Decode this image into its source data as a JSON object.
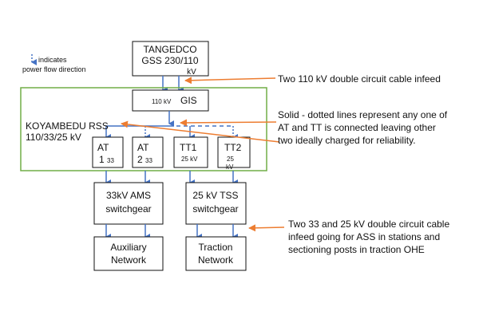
{
  "legend": {
    "line1": "indicates",
    "line2": "power flow direction",
    "arrow_color": "#4472C4"
  },
  "gss": {
    "line1": "TANGEDCO",
    "line2": "GSS 230/110",
    "line3": "kV"
  },
  "gis": {
    "label_small": "110 kV",
    "label_big": "GIS"
  },
  "rss": {
    "line1": "KOYAMBEDU RSS",
    "line2": "110/33/25 kV",
    "border_color": "#70AD47"
  },
  "transformers": [
    {
      "name": "AT",
      "sub1": "1",
      "sub2": "33"
    },
    {
      "name": "AT",
      "sub1": "2",
      "sub2": "33"
    },
    {
      "name": "TT1",
      "sub1": "25 kV",
      "sub2": ""
    },
    {
      "name": "TT2",
      "sub1": "25",
      "sub2": "kV"
    }
  ],
  "ams": {
    "line1": "33kV AMS",
    "line2": "switchgear"
  },
  "tss": {
    "line1": "25 kV TSS",
    "line2": "switchgear"
  },
  "aux": {
    "line1": "Auxiliary",
    "line2": "Network"
  },
  "traction": {
    "line1": "Traction",
    "line2": "Network"
  },
  "annotations": {
    "a1": {
      "line1": "Two 110 kV double circuit cable infeed"
    },
    "a2": {
      "line1": "Solid - dotted lines represent any one of",
      "line2": "AT and TT is connected leaving other",
      "line3": "two ideally charged for reliability."
    },
    "a3": {
      "line1": "Two 33 and 25 kV double circuit cable",
      "line2": "infeed going for ASS in stations and",
      "line3": "sectioning posts in traction OHE"
    },
    "pointer_color": "#ED7D31"
  }
}
